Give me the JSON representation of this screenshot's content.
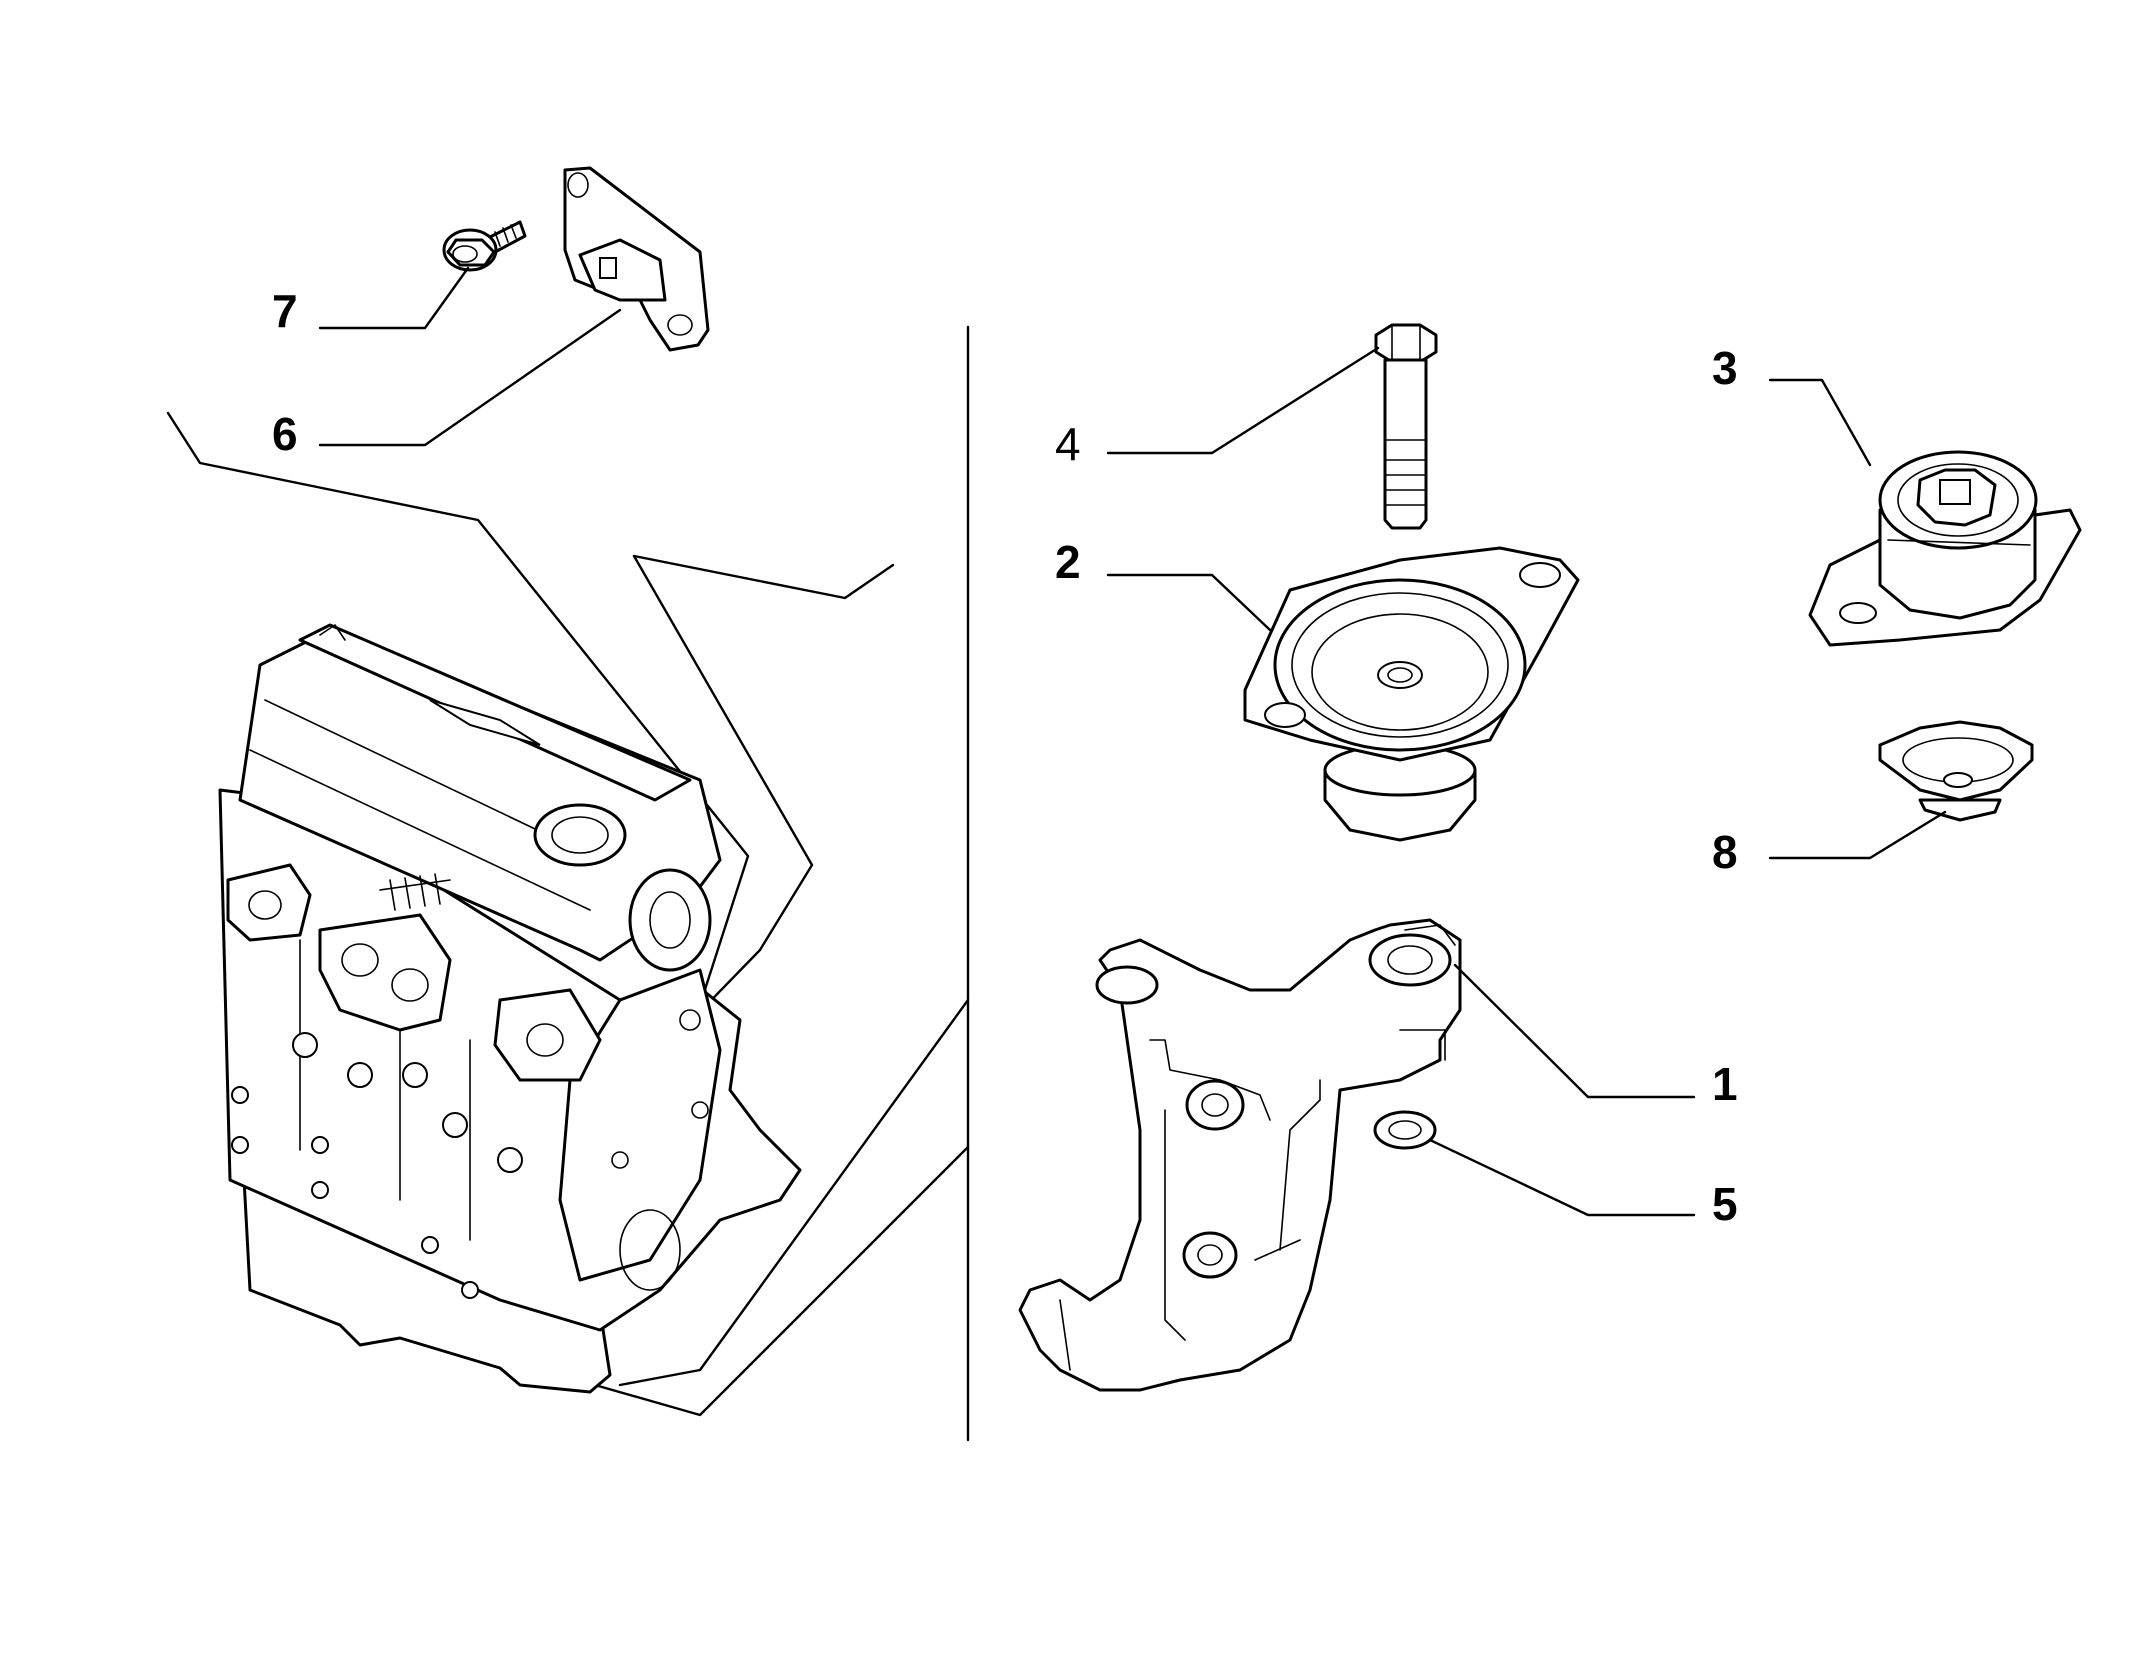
{
  "callouts": {
    "c1": "1",
    "c2": "2",
    "c3": "3",
    "c4": "4",
    "c5": "5",
    "c6": "6",
    "c7": "7",
    "c8": "8"
  },
  "parts": [
    {
      "callout": "1",
      "icon": "mount-bracket-icon"
    },
    {
      "callout": "2",
      "icon": "engine-mount-rubber-icon"
    },
    {
      "callout": "3",
      "icon": "gearbox-mount-icon"
    },
    {
      "callout": "4",
      "icon": "hex-bolt-icon"
    },
    {
      "callout": "5",
      "icon": "washer-icon"
    },
    {
      "callout": "6",
      "icon": "bracket-plate-icon"
    },
    {
      "callout": "7",
      "icon": "flange-screw-icon"
    },
    {
      "callout": "8",
      "icon": "rubber-pad-icon"
    }
  ]
}
